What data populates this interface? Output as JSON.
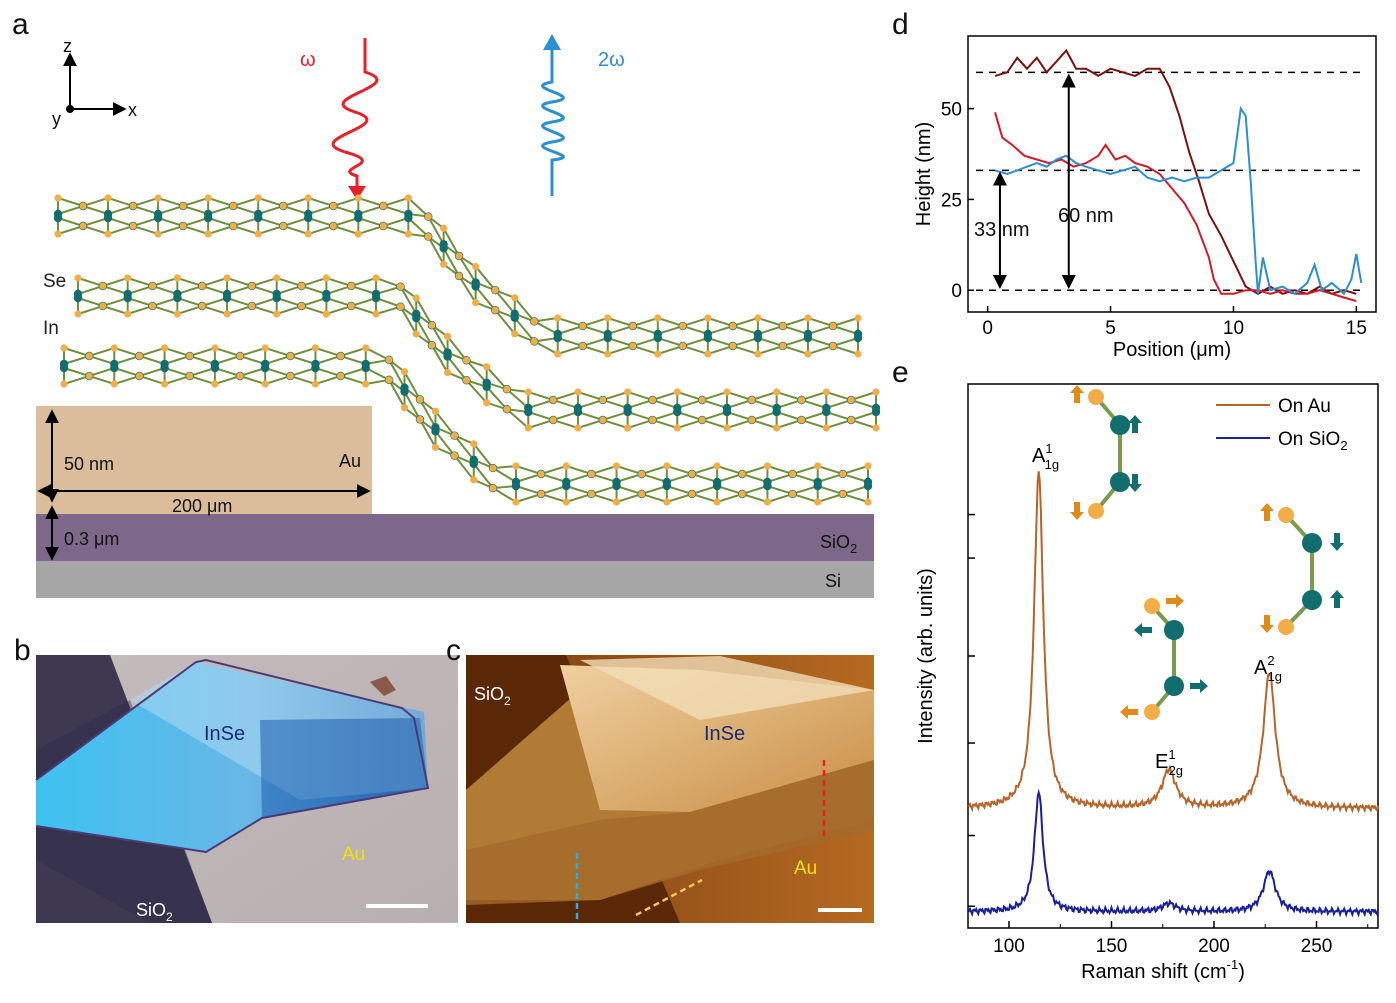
{
  "panels": {
    "a": {
      "label": "a",
      "axes": {
        "z": "z",
        "y": "y",
        "x": "x"
      },
      "omega": "ω",
      "two_omega": "2ω",
      "atoms": {
        "se": "Se",
        "in": "In"
      },
      "thickness_au": "50 nm",
      "width_au": "200 μm",
      "au": "Au",
      "sio2_thickness": "0.3 μm",
      "sio2": "SiO",
      "sio2_sub": "2",
      "si": "Si"
    },
    "b": {
      "label": "b",
      "inse": "InSe",
      "au": "Au",
      "sio2": "SiO",
      "sio2_sub": "2"
    },
    "c": {
      "label": "c",
      "inse": "InSe",
      "au": "Au",
      "sio2": "SiO",
      "sio2_sub": "2"
    },
    "d": {
      "label": "d",
      "annotation_60": "60 nm",
      "annotation_33": "33 nm"
    },
    "e": {
      "label": "e",
      "peak_a1g1": {
        "main": "A",
        "sub": "1g",
        "sup": "1"
      },
      "peak_e2g1": {
        "main": "E",
        "sub": "2g",
        "sup": "1"
      },
      "peak_a1g2": {
        "main": "A",
        "sub": "1g",
        "sup": "2"
      },
      "legend_au": "On Au",
      "legend_sio2_main": "On SiO",
      "legend_sio2_sub": "2"
    }
  },
  "chart_data": [
    {
      "type": "line",
      "panel": "d",
      "xlabel": "Position (μm)",
      "ylabel": "Height (nm)",
      "xlim": [
        -0.8,
        15.8
      ],
      "ylim": [
        -6,
        70
      ],
      "xticks": [
        "0",
        "5",
        "10",
        "15"
      ],
      "yticks": [
        "0",
        "25",
        "50"
      ],
      "reference_lines": [
        0,
        33,
        60
      ],
      "series": [
        {
          "color": "#7a1010",
          "points": [
            [
              0.3,
              59
            ],
            [
              0.8,
              60
            ],
            [
              1.2,
              64
            ],
            [
              1.6,
              61
            ],
            [
              2.0,
              64
            ],
            [
              2.4,
              60
            ],
            [
              2.8,
              63
            ],
            [
              3.2,
              66
            ],
            [
              3.6,
              61
            ],
            [
              4.0,
              61
            ],
            [
              4.5,
              59
            ],
            [
              5.0,
              61
            ],
            [
              5.5,
              60
            ],
            [
              6.0,
              59
            ],
            [
              6.5,
              61
            ],
            [
              7.0,
              61
            ],
            [
              7.4,
              56
            ],
            [
              7.8,
              48
            ],
            [
              8.2,
              38
            ],
            [
              8.6,
              30
            ],
            [
              9.0,
              21
            ],
            [
              9.5,
              15
            ],
            [
              10.0,
              8
            ],
            [
              10.5,
              1
            ],
            [
              11.0,
              -1
            ],
            [
              11.5,
              1
            ],
            [
              12.0,
              -1
            ],
            [
              12.5,
              0
            ],
            [
              13.0,
              -1
            ],
            [
              13.5,
              1
            ],
            [
              14.0,
              -1
            ],
            [
              14.5,
              0
            ],
            [
              15.0,
              -1
            ]
          ]
        },
        {
          "color": "#d01a2a",
          "points": [
            [
              0.3,
              49
            ],
            [
              0.6,
              42
            ],
            [
              1.0,
              40
            ],
            [
              1.5,
              37
            ],
            [
              2.0,
              36
            ],
            [
              2.5,
              35
            ],
            [
              3.0,
              36
            ],
            [
              3.5,
              34
            ],
            [
              4.0,
              35
            ],
            [
              4.5,
              37
            ],
            [
              4.8,
              40
            ],
            [
              5.2,
              36
            ],
            [
              5.6,
              37
            ],
            [
              6.0,
              35
            ],
            [
              6.5,
              34
            ],
            [
              7.0,
              32
            ],
            [
              7.5,
              28
            ],
            [
              8.0,
              24
            ],
            [
              8.5,
              18
            ],
            [
              9.0,
              9
            ],
            [
              9.2,
              3
            ],
            [
              9.5,
              -1
            ],
            [
              10.0,
              -1
            ],
            [
              10.5,
              0
            ],
            [
              11.0,
              0
            ],
            [
              11.5,
              -1
            ],
            [
              12.0,
              0
            ],
            [
              12.5,
              -1
            ],
            [
              13.0,
              -1
            ],
            [
              13.5,
              0
            ],
            [
              14.0,
              -1
            ],
            [
              14.5,
              -2
            ],
            [
              15.0,
              -3
            ]
          ]
        },
        {
          "color": "#2b8fd1",
          "points": [
            [
              0.3,
              33
            ],
            [
              0.8,
              32
            ],
            [
              1.2,
              33
            ],
            [
              1.6,
              34
            ],
            [
              2.0,
              35
            ],
            [
              2.4,
              34
            ],
            [
              2.8,
              36
            ],
            [
              3.2,
              37
            ],
            [
              3.6,
              35
            ],
            [
              4.0,
              34
            ],
            [
              4.5,
              33
            ],
            [
              5.0,
              32
            ],
            [
              5.5,
              33
            ],
            [
              6.0,
              34
            ],
            [
              6.5,
              31
            ],
            [
              7.0,
              30
            ],
            [
              7.5,
              31
            ],
            [
              8.0,
              30
            ],
            [
              8.5,
              31
            ],
            [
              9.0,
              31
            ],
            [
              9.5,
              33
            ],
            [
              10.0,
              35
            ],
            [
              10.3,
              50
            ],
            [
              10.5,
              48
            ],
            [
              10.7,
              30
            ],
            [
              10.9,
              8
            ],
            [
              11.0,
              -1
            ],
            [
              11.2,
              9
            ],
            [
              11.5,
              0
            ],
            [
              12.0,
              1
            ],
            [
              12.5,
              -1
            ],
            [
              13.0,
              2
            ],
            [
              13.3,
              7
            ],
            [
              13.6,
              0
            ],
            [
              14.0,
              2
            ],
            [
              14.5,
              -1
            ],
            [
              14.8,
              3
            ],
            [
              15.0,
              10
            ],
            [
              15.2,
              2
            ]
          ]
        }
      ]
    },
    {
      "type": "line",
      "panel": "e",
      "xlabel": "Raman shift (cm",
      "xlabel_sup": "-1",
      "xlabel_end": ")",
      "ylabel": "Intensity (arb. units)",
      "xlim": [
        80,
        280
      ],
      "ylim": [
        0,
        100
      ],
      "xticks": [
        "100",
        "150",
        "200",
        "250"
      ],
      "series": [
        {
          "name": "On Au",
          "color": "#b5642a",
          "baseline": 22,
          "peaks": [
            [
              114.5,
              2.7,
              62
            ],
            [
              178,
              4,
              7
            ],
            [
              227,
              3.5,
              25
            ]
          ]
        },
        {
          "name": "On SiO2",
          "color": "#1a1f9a",
          "baseline": 3,
          "peaks": [
            [
              114.5,
              2.5,
              22
            ],
            [
              178,
              4,
              1.5
            ],
            [
              227,
              3.5,
              7.5
            ]
          ]
        }
      ]
    }
  ]
}
